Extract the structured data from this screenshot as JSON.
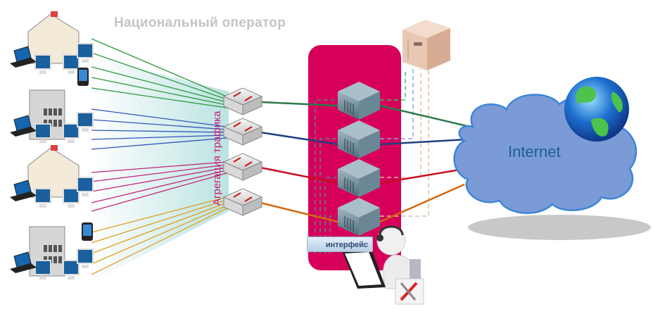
{
  "title": "Национальный оператор",
  "aggregation_label": "Агрегация трафика",
  "interface_label": "интерфейс",
  "internet_label": "Internet",
  "colors": {
    "dpi_box": "#d6005a",
    "cloud": "#7b9bd6",
    "cloud_stroke": "#3c86d8",
    "title": "#c4c4c4",
    "links": [
      "#2a7a4c",
      "#1f3f7f",
      "#c40f1f",
      "#d4670f"
    ]
  },
  "groups": [
    {
      "type": "house",
      "link_color": "#2e9a3e"
    },
    {
      "type": "office",
      "link_color": "#3355bb"
    },
    {
      "type": "house",
      "link_color": "#c4267a"
    },
    {
      "type": "office",
      "link_color": "#e0a020"
    }
  ],
  "icons": [
    "house-icon",
    "office-building-icon",
    "laptop-icon",
    "monitor-icon",
    "pda-icon",
    "switch-icon",
    "server-icon",
    "storage-server-icon",
    "globe-icon",
    "operator-icon",
    "tools-icon"
  ]
}
